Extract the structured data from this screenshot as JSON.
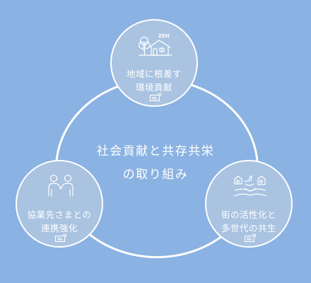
{
  "center": {
    "line1": "社会貢献と共存共栄",
    "line2": "の取り組み"
  },
  "nodes": {
    "top": {
      "line1": "地域に根差す",
      "line2": "環境貢献",
      "icon": "eco-house-icon",
      "badge": "ZEH"
    },
    "left": {
      "line1": "協業先さまとの",
      "line2": "連携強化",
      "icon": "partners-icon"
    },
    "right": {
      "line1": "街の活性化と",
      "line2": "多世代の共生",
      "icon": "town-hands-icon"
    }
  },
  "colors": {
    "background": "#8AB2E2",
    "node_fill": "#A9C3E1",
    "stroke": "#FFFFFF"
  }
}
